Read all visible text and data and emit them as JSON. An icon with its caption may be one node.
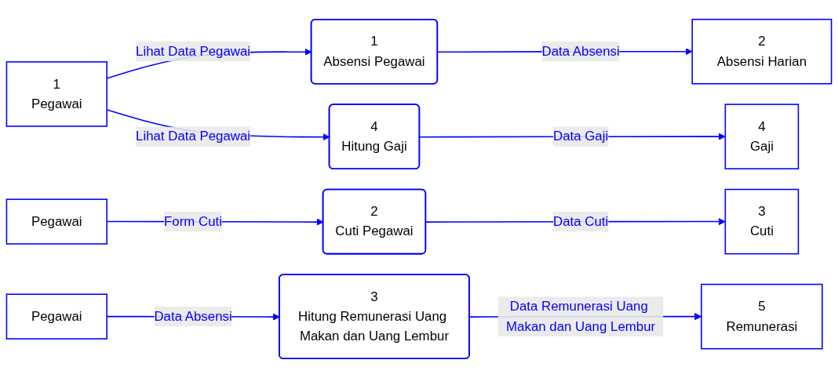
{
  "diagram": {
    "nodes": [
      {
        "text": [
          "1",
          "Pegawai"
        ]
      },
      {
        "text": [
          "1",
          "Absensi Pegawai"
        ]
      },
      {
        "text": [
          "2",
          "Absensi Harian"
        ]
      },
      {
        "text": [
          "4",
          "Hitung Gaji"
        ]
      },
      {
        "text": [
          "4",
          "Gaji"
        ]
      },
      {
        "text": [
          "Pegawai"
        ]
      },
      {
        "text": [
          "2",
          "Cuti Pegawai"
        ]
      },
      {
        "text": [
          "3",
          "Cuti"
        ]
      },
      {
        "text": [
          "Pegawai"
        ]
      },
      {
        "text": [
          "3",
          "Hitung Remunerasi Uang Makan dan Uang Lembur"
        ]
      },
      {
        "text": [
          "5",
          "Remunerasi"
        ]
      }
    ],
    "edges": [
      {
        "from": 0,
        "to": 1,
        "arrow": "to",
        "label": "Lihat Data Pegawai"
      },
      {
        "from": 1,
        "to": 2,
        "arrow": "to",
        "label": "Data Absensi"
      },
      {
        "from": 0,
        "to": 3,
        "arrow": "to",
        "label": "Lihat Data Pegawai"
      },
      {
        "from": 3,
        "to": 4,
        "arrow": "to",
        "label": "Data Gaji"
      },
      {
        "from": 5,
        "to": 6,
        "arrow": "to",
        "label": "Form Cuti"
      },
      {
        "from": 6,
        "to": 7,
        "arrow": "to",
        "label": "Data Cuti"
      },
      {
        "from": 8,
        "to": 9,
        "arrow": "to",
        "label": "Data Absensi"
      },
      {
        "from": 9,
        "to": 10,
        "arrow": "to",
        "label": "Data Remunerasi Uang Makan dan Uang Lembur"
      }
    ]
  }
}
